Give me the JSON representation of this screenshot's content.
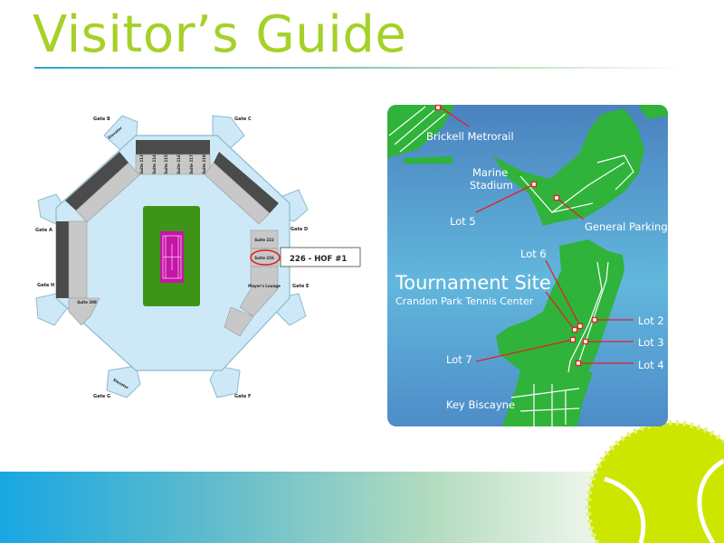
{
  "title": "Visitor’s Guide",
  "stadium": {
    "gates": [
      "Gate A",
      "Gate B",
      "Gate C",
      "Gate D",
      "Gate E",
      "Gate F",
      "Gate G",
      "Gate H"
    ],
    "elevator_label": "Elevator",
    "top_suites": [
      "Suite 213",
      "Suite 214",
      "Suite 215",
      "Suite 216",
      "Suite 217",
      "Suite 218"
    ],
    "suite_222": "Suite 222",
    "suite_226": "Suite 226",
    "suite_208": "Suite 208",
    "players_lounge": "Player's Lounge",
    "callout": "226 - HOF #1"
  },
  "map": {
    "labels": {
      "brickell": "Brickell Metrorail",
      "marine_1": "Marine",
      "marine_2": "Stadium",
      "lot5": "Lot 5",
      "general_parking": "General Parking",
      "lot6": "Lot 6",
      "tournament_site": "Tournament Site",
      "tournament_sub": "Crandon Park Tennis Center",
      "lot2": "Lot 2",
      "lot3": "Lot 3",
      "lot4": "Lot 4",
      "lot7": "Lot 7",
      "key_biscayne": "Key Biscayne"
    }
  },
  "colors": {
    "title": "#a5d128",
    "water": "#4f9fd3",
    "land": "#2fb33a",
    "marker": "#e3202a",
    "ball": "#cde600"
  }
}
